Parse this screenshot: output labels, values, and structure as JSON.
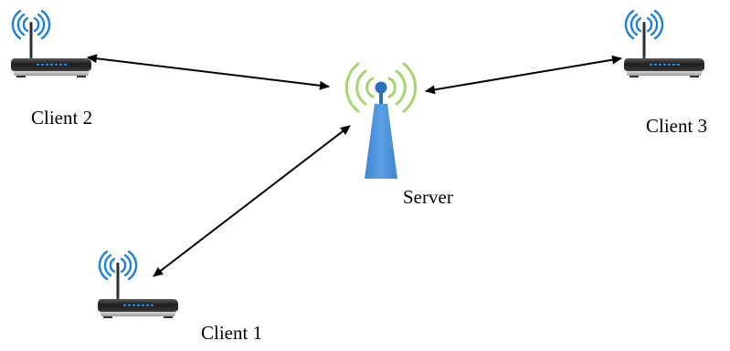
{
  "labels": {
    "client1": "Client 1",
    "client2": "Client 2",
    "client3": "Client 3",
    "server": "Server"
  },
  "colors": {
    "wifi_blue": "#1c7fd6",
    "server_signal_green": "#a5d66e",
    "tower_blue": "#4a90d9",
    "router_body": "#2b2b2b",
    "router_led": "#2f9bff",
    "arrow": "#000000"
  },
  "icons": {
    "client": "wifi-router-icon",
    "server": "broadcast-tower-icon"
  },
  "connections": [
    {
      "from": "client2",
      "to": "server",
      "direction": "bidirectional"
    },
    {
      "from": "client3",
      "to": "server",
      "direction": "bidirectional"
    },
    {
      "from": "client1",
      "to": "server",
      "direction": "bidirectional"
    }
  ]
}
